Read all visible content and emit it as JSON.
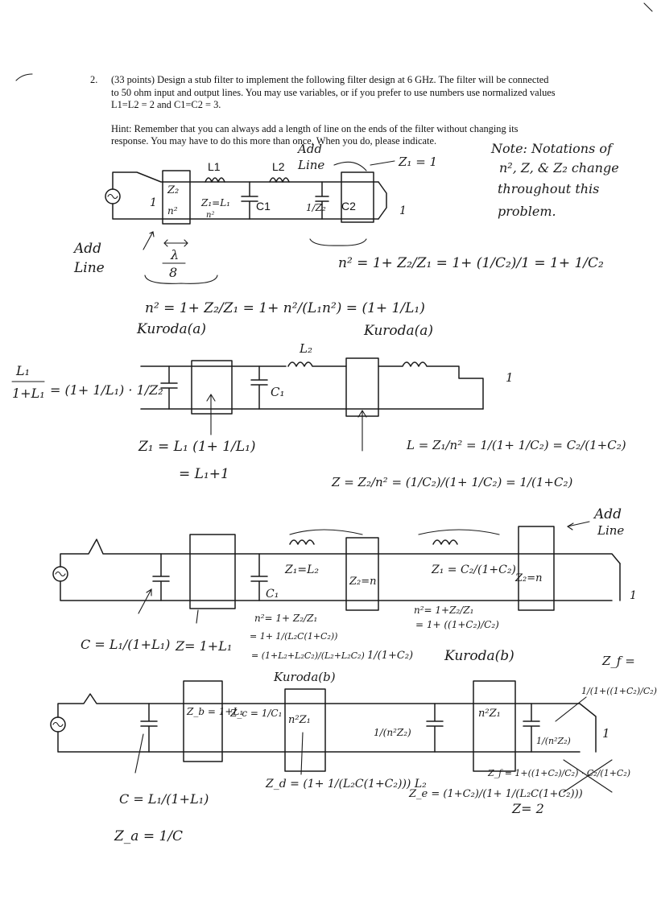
{
  "problem": {
    "number": "2.",
    "text": "(33 points)  Design a stub filter to implement the following filter design at 6 GHz.  The filter will be connected to 50 ohm input and output lines.  You may use variables, or if you prefer to use numbers use normalized values L1=L2 = 2 and C1=C2 = 3.",
    "hint": "Hint:  Remember that you can always add a length of line on the ends of the filter without changing its response.  You may have to do this more than once.  When you do, please indicate."
  },
  "note": {
    "lines": [
      "Note: Notations of",
      "n², Z, & Z₂ change",
      "throughout this",
      "problem."
    ]
  },
  "circuit1": {
    "labels": {
      "l1": "L1",
      "l2": "L2",
      "c1": "C1",
      "c2": "C2"
    },
    "add_line_top": "Add",
    "add_line_top2": "Line",
    "z_equals_one": "Z₁ = 1",
    "one_left": "1",
    "one_right": "1",
    "box1_top": "Z₂",
    "box1_bot": "n²",
    "z1_l1": "Z₁=L₁",
    "z1_sub": "n²",
    "inv_z2": "1/Z₂",
    "add_line_left1": "Add",
    "add_line_left2": "Line",
    "lambda": "λ",
    "eight": "8",
    "eq_right": "n² = 1+ Z₂/Z₁ = 1+ (1/C₂)/1  =  1+ 1/C₂",
    "eq_left": "n² = 1+ Z₂/Z₁ = 1+ n²/(L₁n²) = (1+ 1/L₁)",
    "kuroda_a1": "Kuroda(a)",
    "kuroda_a2": "Kuroda(a)"
  },
  "circuit2": {
    "lhs_top": "L₁",
    "lhs_bot": "1+L₁",
    "eq_mid": "= (1+ 1/L₁) · 1/Z₂",
    "l2": "L₂",
    "c1": "C₁",
    "one": "1",
    "z1_eq": "Z₁ = L₁ (1+ 1/L₁)",
    "z1_eq2": "= L₁+1",
    "l_eq": "L = Z₁/n² = 1/(1+ 1/C₂) = C₂/(1+C₂)",
    "z_eq": "Z = Z₂/n² = (1/C₂)/(1+ 1/C₂) = 1/(1+C₂)"
  },
  "circuit3": {
    "add_line1": "Add",
    "add_line2": "Line",
    "z1_l2": "Z₁=L₂",
    "z2_n": "Z₂=n",
    "c1": "C₁",
    "z1_c2": "Z₁ = C₂/(1+C₂)",
    "z2_n2": "Z₂=n",
    "one": "1",
    "c_eq": "C = L₁/(1+L₁)",
    "z_eq": "Z= 1+L₁",
    "n2_left1": "n²= 1+ Z₂/Z₁",
    "n2_left2": "= 1+ 1/(L₂C(1+C₂))",
    "n2_left3": "= (1+L₂+L₂C₂)/(L₂+L₂C₂)",
    "frac_left": "1/(1+C₂)",
    "n2_right1": "n²= 1+Z₂/Z₁",
    "n2_right2": "= 1+ ((1+C₂)/C₂)",
    "kuroda_b1": "Kuroda(b)",
    "kuroda_b2": "Kuroda(b)"
  },
  "circuit4": {
    "zb": "Z_b = 1+L₁",
    "zc": "Z_c = 1/C₁",
    "n2z1_a": "n²Z₁",
    "frac_mid": "1/(n²Z₂)",
    "n2z1_b": "n²Z₁",
    "frac_right": "1/(n²Z₂)",
    "one": "1",
    "zf_top": "Z_f =",
    "zf_frac": "1/(1+((1+C₂)/C₂))",
    "c_eq": "C = L₁/(1+L₁)",
    "za": "Z_a = 1/C",
    "zd": "Z_d = (1+ 1/(L₂C(1+C₂))) L₂",
    "ze": "Z_e = (1+C₂)/(1+ 1/(L₂C(1+C₂)))",
    "zf2": "Z_f = 1+((1+C₂)/C₂) · C₂/(1+C₂)",
    "z_two": "Z= 2"
  }
}
